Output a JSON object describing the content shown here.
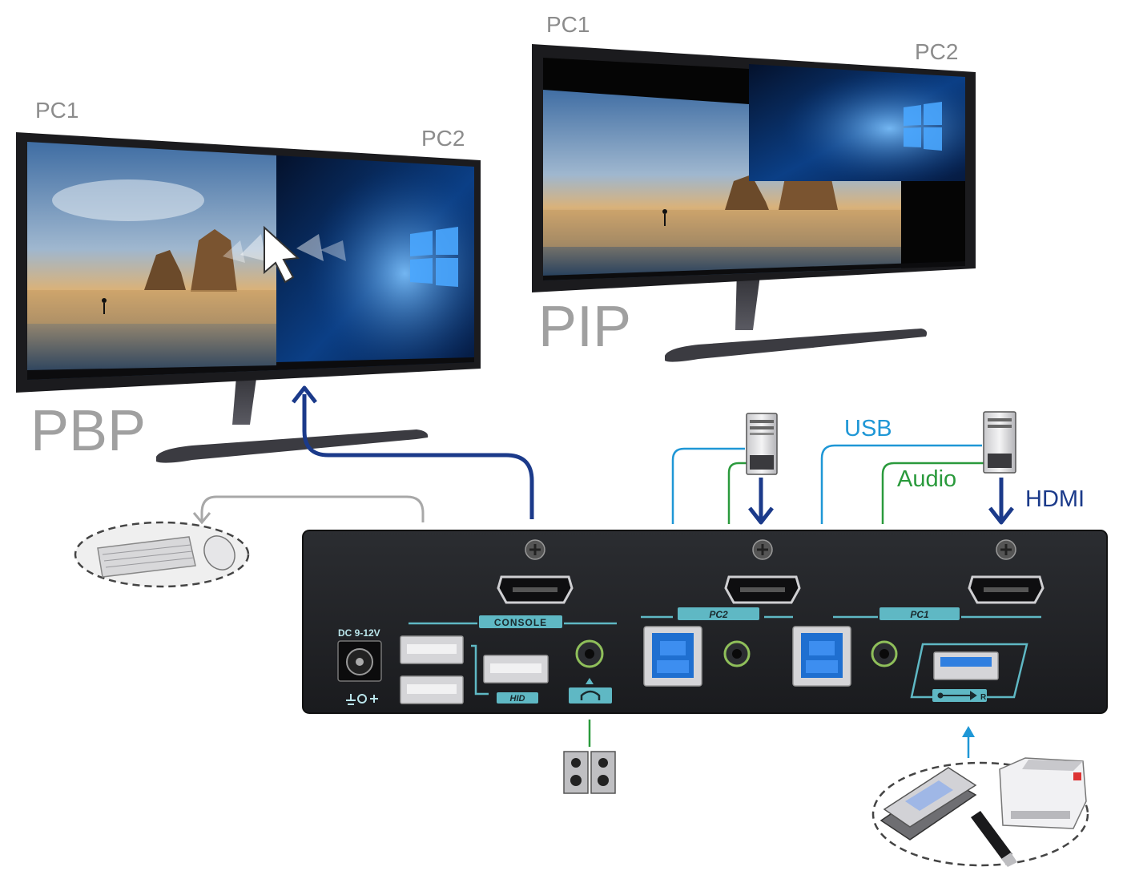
{
  "monitors": {
    "pbp": {
      "mode_label": "PBP",
      "left_source": "PC1",
      "right_source": "PC2"
    },
    "pip": {
      "mode_label": "PIP",
      "main_source": "PC1",
      "inset_source": "PC2"
    }
  },
  "cables": {
    "usb": "USB",
    "audio": "Audio",
    "hdmi": "HDMI"
  },
  "panel": {
    "power": "DC 9-12V",
    "console": "CONSOLE",
    "hid": "HID",
    "pc2": "PC2",
    "pc1": "PC1",
    "usb_r": "R"
  },
  "colors": {
    "usb": "#1f97d6",
    "audio": "#2a9a3c",
    "hdmi": "#1b3a8a",
    "peripheral": "#a8a8a8",
    "panel_accent": "#5fb8c4"
  }
}
